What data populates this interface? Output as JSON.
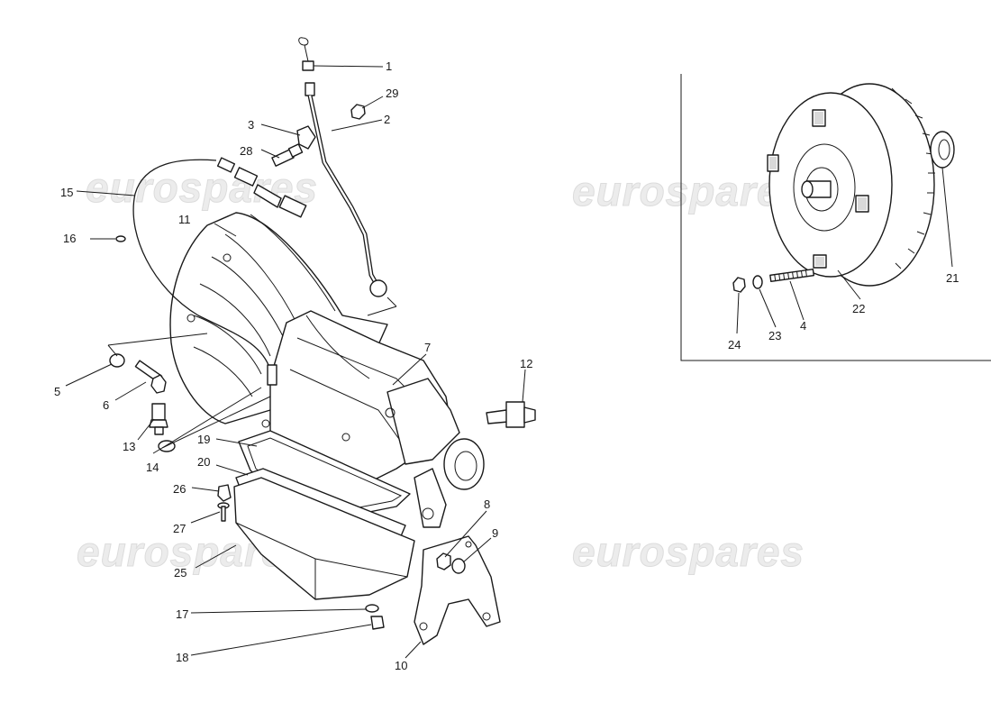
{
  "watermark": {
    "text": "eurospares",
    "color": "#e6e6e6"
  },
  "line_color": "#1a1a1a",
  "callouts": [
    "1",
    "2",
    "3",
    "4",
    "5",
    "6",
    "7",
    "8",
    "9",
    "10",
    "11",
    "12",
    "13",
    "14",
    "15",
    "16",
    "17",
    "18",
    "19",
    "20",
    "21",
    "22",
    "23",
    "24",
    "25",
    "26",
    "27",
    "28",
    "29"
  ]
}
